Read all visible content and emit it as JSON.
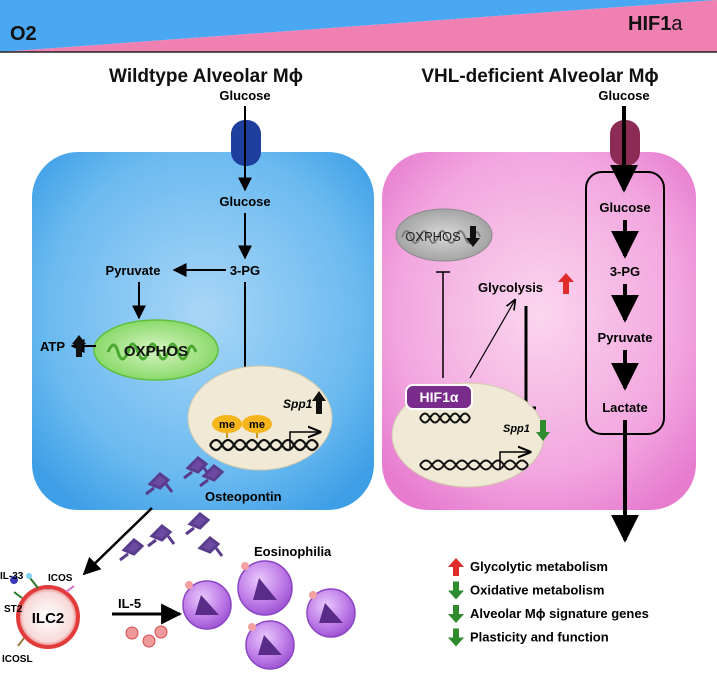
{
  "header": {
    "o2_label": "O2",
    "hif_label_main": "HIF1",
    "hif_label_alpha": "a"
  },
  "left": {
    "title": "Wildtype Alveolar Mϕ",
    "glucose_outside": "Glucose",
    "glucose_inside": "Glucose",
    "three_pg": "3-PG",
    "pyruvate": "Pyruvate",
    "oxphos": "OXPHOS",
    "atp": "ATP",
    "me1": "me",
    "me2": "me",
    "spp1": "Spp1",
    "osteopontin": "Osteopontin",
    "eosinophilia": "Eosinophilia",
    "il33": "IL-33",
    "st2": "ST2",
    "icos": "ICOS",
    "icosl": "ICOSL",
    "ilc2": "ILC2",
    "il5": "IL-5"
  },
  "right": {
    "title": "VHL-deficient Alveolar Mϕ",
    "glucose_outside": "Glucose",
    "glucose_inside": "Glucose",
    "three_pg": "3-PG",
    "pyruvate": "Pyruvate",
    "lactate": "Lactate",
    "oxphos": "OXPHOS",
    "glycolysis": "Glycolysis",
    "hif1a": "HIF1α",
    "spp1": "Spp1"
  },
  "legend": [
    {
      "arrow": "up",
      "text": "Glycolytic metabolism"
    },
    {
      "arrow": "down",
      "text": "Oxidative metabolism"
    },
    {
      "arrow": "down",
      "text": "Alveolar Mϕ signature genes"
    },
    {
      "arrow": "down",
      "text": "Plasticity and function"
    }
  ],
  "colors": {
    "o2_blue": "#4aa8f2",
    "hif_pink": "#f07fb2",
    "wt_cell": "#5fb3ee",
    "vhl_cell": "#f08fd6",
    "nucleus": "#efe9d6",
    "mito_green": "#8fd96b",
    "hif_purple": "#7a2c8c",
    "up_red": "#e02b2b",
    "down_green": "#2e8b2e",
    "eosinophil": "#b66ae0",
    "ilc2_ring": "#e23b3b"
  }
}
